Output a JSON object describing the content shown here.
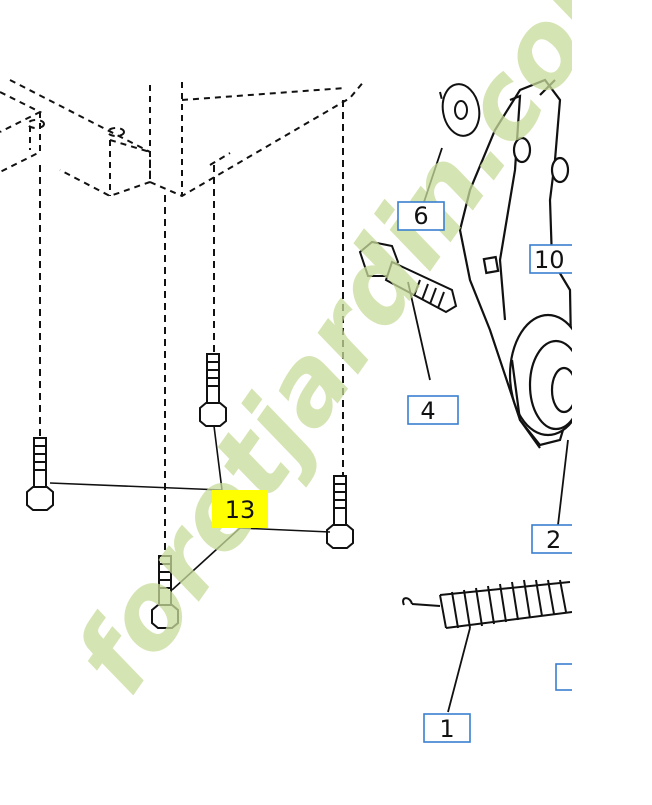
{
  "diagram": {
    "callouts": [
      {
        "id": "c6",
        "label": "6",
        "highlight": false
      },
      {
        "id": "c10",
        "label": "10",
        "highlight": false
      },
      {
        "id": "c4",
        "label": "4",
        "highlight": false
      },
      {
        "id": "c2",
        "label": "2",
        "highlight": false
      },
      {
        "id": "c1",
        "label": "1",
        "highlight": false
      },
      {
        "id": "c13",
        "label": "13",
        "highlight": true
      }
    ],
    "watermark": "foretjardin.com",
    "colors": {
      "line": "#111111",
      "callout_box": "#3a7fd0",
      "highlight": "#ffff00",
      "watermark_green": "#c8dc9a",
      "watermark_tan": "#c9a27a"
    }
  }
}
